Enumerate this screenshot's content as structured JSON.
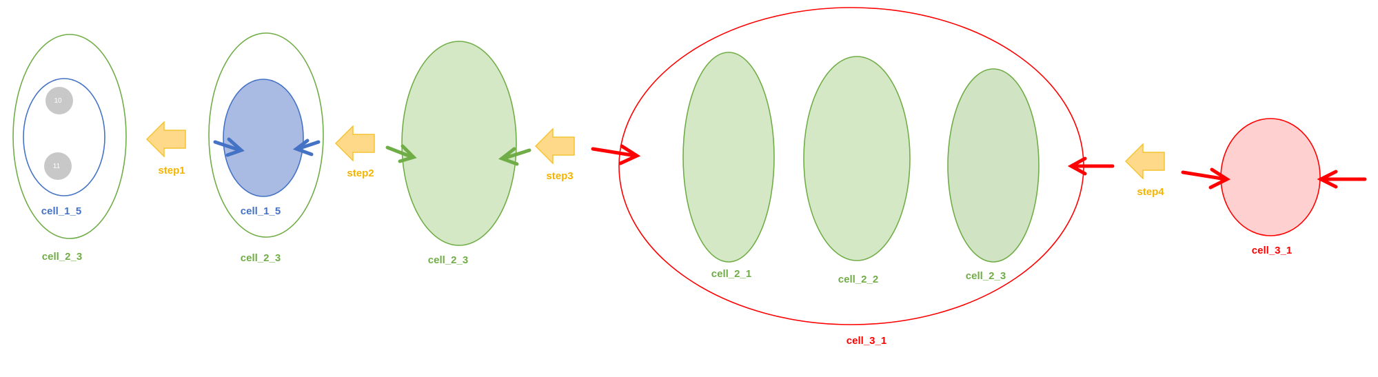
{
  "colors": {
    "green_stroke": "#70ad47",
    "green_fill": "#d5e8c6",
    "blue_stroke": "#4472c4",
    "blue_fill": "#a9bbe3",
    "red_stroke": "#ff0000",
    "red_fill": "#ffd0d0",
    "gold_fill": "#ffd98a",
    "gold_stroke": "#f4c430",
    "gold_text": "#f4b400",
    "gray_fill": "#c8c8c8"
  },
  "labels": {
    "g1_inner": "cell_1_5",
    "g1_outer": "cell_2_3",
    "g2_inner": "cell_1_5",
    "g2_outer": "cell_2_3",
    "g3_cell": "cell_2_3",
    "g4_a": "cell_2_1",
    "g4_b": "cell_2_2",
    "g4_c": "cell_2_3",
    "g4_outer": "cell_3_1",
    "g5_cell": "cell_3_1"
  },
  "points": {
    "p10": "10",
    "p11": "11"
  },
  "steps": {
    "step1": "step1",
    "step2": "step2",
    "step3": "step3",
    "step4": "step4"
  }
}
